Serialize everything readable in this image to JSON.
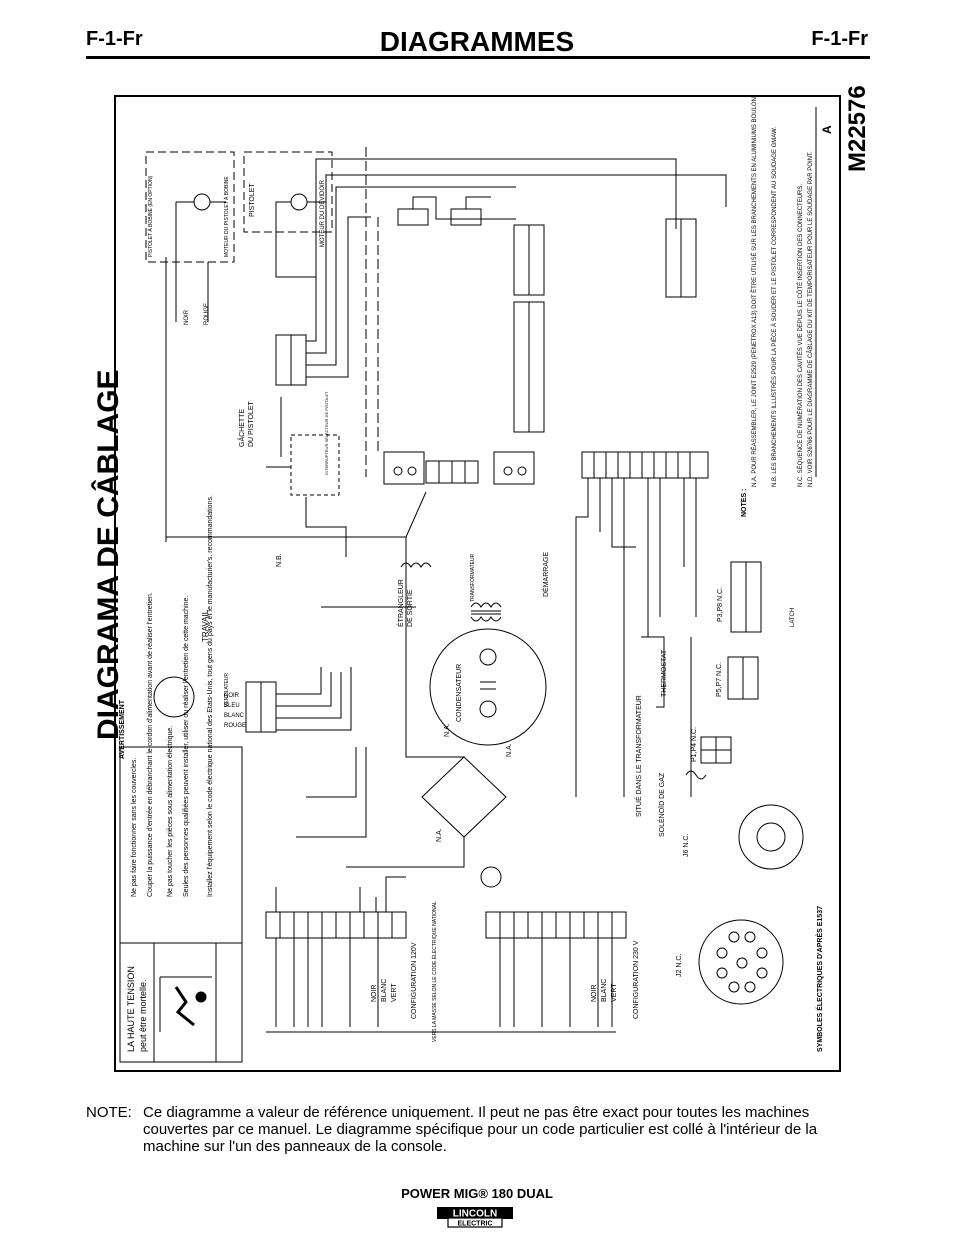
{
  "header": {
    "section_left": "F-1-Fr",
    "section_right": "F-1-Fr",
    "title": "DIAGRAMMES"
  },
  "diagram": {
    "title": "DIAGRAMA DE CÂBLAGE",
    "code": "M22576",
    "revision": "A",
    "warning": {
      "heading": "AVERTISSEMENT",
      "high_voltage_line1": "LA HAUTE TENSION",
      "high_voltage_line2": "peut être mortelle.",
      "bullets": [
        "Ne pas faire fonctionner sans les couvercles.",
        "Couper la puissance d'entrée en débranchant le cordon d'alimentation avant de réaliser l'entretien.",
        "Ne pas toucher les pièces sous alimentation électrique.",
        "Seules des personnes qualifiées peuvent installer, utiliser ou réaliser l'entretien de cette machine.",
        "Installez l'équipement selon le code électrique national des Etats-Unis, tout gens du pays et le manufacturier's. recommandations."
      ]
    },
    "labels": {
      "travail": "TRAVAIL",
      "ventilateur": "VENTILATEUR",
      "noir": "NOIR",
      "bleu": "BLEU",
      "blanc": "BLANC",
      "rouge": "ROUGE",
      "vert": "VERT",
      "nb": "N.B.",
      "na": "N.A.",
      "etrangleur": "ÉTRANGLEUR",
      "de_sortie": "DE SORTIE",
      "transformateur": "TRANSFORMATEUR",
      "demarrage": "DÉMARRAGE",
      "condensateur": "CONDENSATEUR",
      "gachette": "GÂCHETTE",
      "du_pistolet": "DU PISTOLET",
      "interrupteur": "INTERRUPTEUR SÉLECTEUR DE PISTOLET",
      "pistolet_bobine": "PISTOLET À BOBINE (EN OPTION)",
      "moteur_pistolet_bobine": "MOTEUR DU PISTOLET À BOBINE",
      "pistolet": "PISTOLET",
      "moteur_devidoir": "MOTEUR DU DÉVIDOIR",
      "config_120": "CONFIGURATION 120V",
      "config_230": "CONFIGURATION 230 V",
      "masse": "VERS LA MASSE SELON LE CODE ÉLECTRIQUE NATIONAL",
      "situe": "SITUÉ DANS LE TRANSFORMATEUR",
      "thermostat": "THERMOSTAT",
      "solenoid": "SOLÉNOÏD DE GAZ",
      "latch": "LATCH",
      "symbols": "SYMBOLES ÉLECTRIQUES D'APRÈS E1537"
    },
    "connectors": {
      "j2_nc": "J2  N.C.",
      "j6_nc": "J6  N.C.",
      "p1p4_nc": "P1,P4 N.C.",
      "p5p7_nc": "P5,P7  N.C.",
      "p3p8_nc": "P3,P8  N.C."
    },
    "notes": {
      "heading": "NOTES :",
      "items": [
        "N.A.   POUR RÉASSEMBLER, LE JOINT E2529 (PENETROX A13) DOIT ÊTRE UTILISÉ SUR LES BRANCHEMENTS EN ALUMINIUMS BOULONNÉS.",
        "N.B.   LES BRANCHEMENTS ILLUSTRÉS POUR LA PIÈCE À SOUDER ET LE PISTOLET CORRESPONDENT AU SOUDAGE GMAW.",
        "N.C.   SÉQUENCE DE NUMÉRATION DES CAVITÉS VUE DEPUIS LE CÔTÉ INSERTION DES CONNECTEURS.",
        "N.D.   VOIR S26766 POUR LE DIAGRAMME DE CÂBLAGE DU KIT DE TEMPORISATEUR POUR LE SOUDAGE PAR POINT."
      ]
    }
  },
  "note": {
    "label": "NOTE:",
    "text": "Ce diagramme a valeur de référence uniquement. Il peut ne pas être exact pour toutes les machines couvertes par ce manuel. Le diagramme spécifique pour un code particulier est collé à l'intérieur de la machine sur l'un des panneaux de la console."
  },
  "footer": {
    "model": "POWER MIG® 180 DUAL",
    "logo_top": "LINCOLN",
    "logo_bottom": "ELECTRIC"
  }
}
